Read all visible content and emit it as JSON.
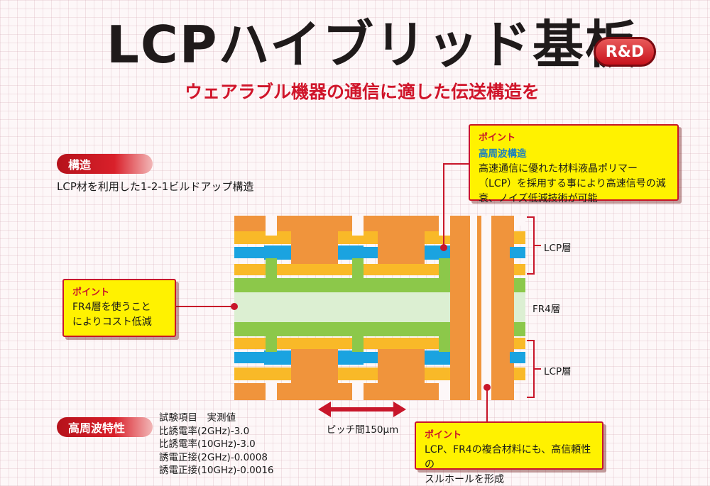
{
  "header": {
    "title": "LCPハイブリッド基板",
    "badge": "R&D",
    "subtitle": "ウェアラブル機器の通信に適した伝送構造を"
  },
  "structure": {
    "label": "構造",
    "description": "LCP材を利用した1-2-1ビルドアップ構造"
  },
  "callouts": {
    "top_right": {
      "title": "ポイント",
      "subtitle": "高周波構造",
      "body": [
        "高速通信に優れた材料液晶ポリマー",
        "（LCP）を採用する事により高速信号の減",
        "衰、ノイズ低減技術が可能"
      ]
    },
    "middle_left": {
      "title": "ポイント",
      "body": [
        "FR4層を使うこと",
        "によりコスト低減"
      ]
    },
    "bottom_right": {
      "title": "ポイント",
      "body": [
        "LCP、FR4の複合材料にも、高信頼性の",
        "スルホールを形成"
      ]
    }
  },
  "diagram": {
    "layer_labels": {
      "lcp_top": "LCP層",
      "fr4": "FR4層",
      "lcp_bottom": "LCP層"
    },
    "pitch_label": "ピッチ間150μm",
    "colors": {
      "copper": "#f0943c",
      "pad": "#f9b928",
      "blue": "#1aa3e0",
      "green": "#8cc84a",
      "core": "#dcefd2",
      "accent_red": "#c8162a",
      "callout_yellow": "#fff200"
    }
  },
  "characteristics": {
    "label": "高周波特性",
    "rows": [
      "試験項目　実測値",
      "比誘電率(2GHz)-3.0",
      "比誘電率(10GHz)-3.0",
      "誘電正接(2GHz)-0.0008",
      "誘電正接(10GHz)-0.0016"
    ]
  }
}
